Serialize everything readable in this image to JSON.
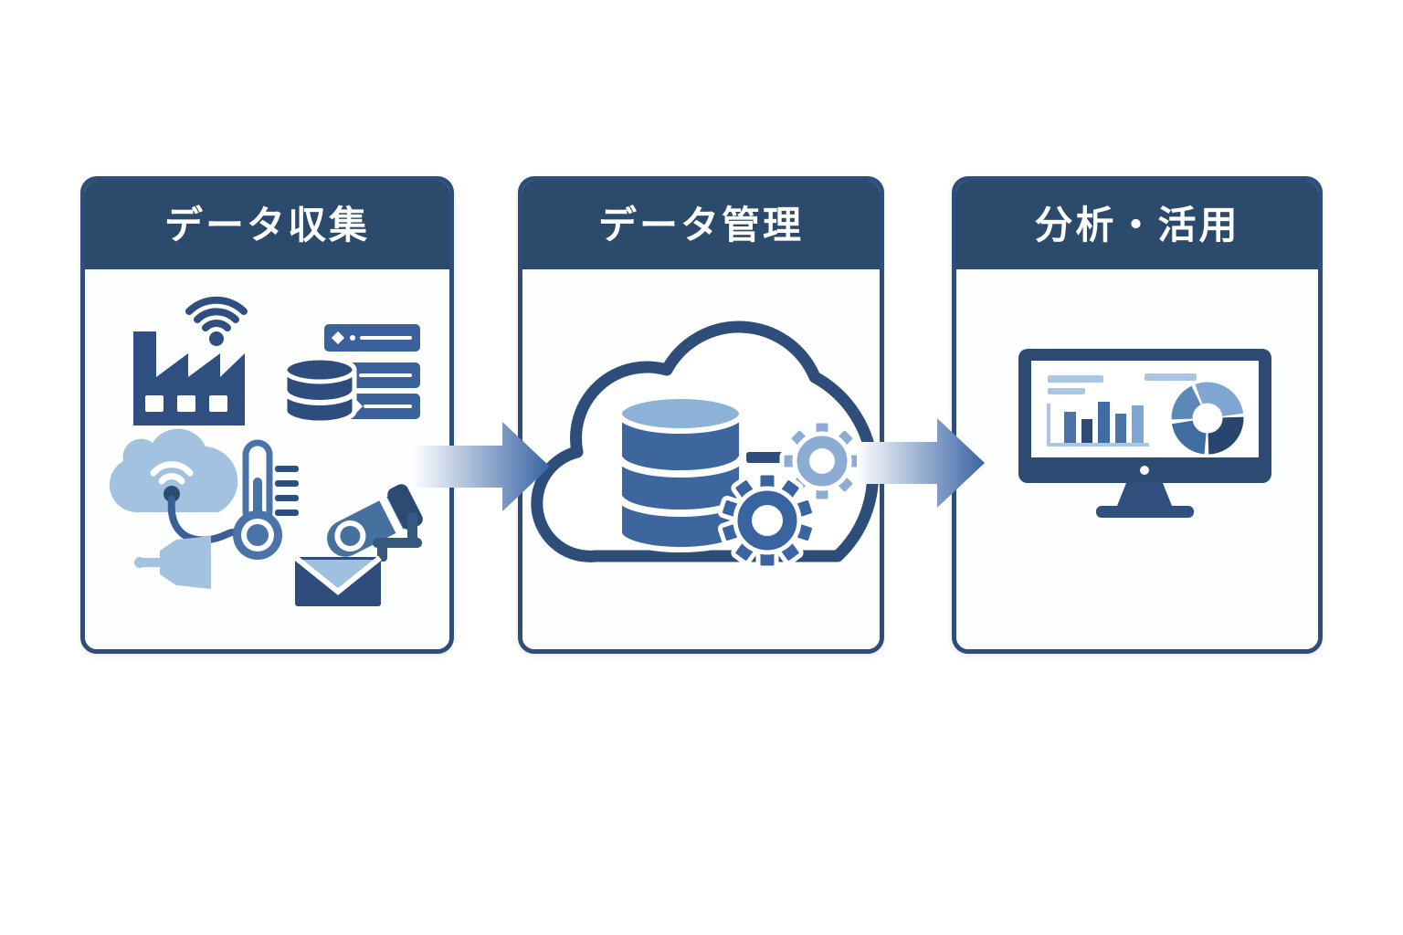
{
  "diagram": {
    "type": "process-flow",
    "direction": "left-to-right",
    "panels": [
      {
        "id": "data-collection",
        "title": "データ収集",
        "icons": [
          "factory-iot-icon",
          "server-database-icon",
          "cloud-wifi-sensor-icon",
          "thermometer-icon",
          "sensor-nozzle-icon",
          "security-camera-icon",
          "mail-icon"
        ]
      },
      {
        "id": "data-management",
        "title": "データ管理",
        "icons": [
          "cloud-outline-icon",
          "database-icon",
          "gear-small-icon",
          "gear-large-icon"
        ]
      },
      {
        "id": "analysis-utilization",
        "title": "分析・活用",
        "icons": [
          "monitor-icon",
          "bar-chart-icon",
          "donut-chart-icon"
        ]
      }
    ],
    "arrows": [
      {
        "from": "data-collection",
        "to": "data-management"
      },
      {
        "from": "data-management",
        "to": "analysis-utilization"
      }
    ],
    "colors": {
      "header_bg": "#2c4a6b",
      "panel_border": "#2e4d7b",
      "panel_bg": "#fdfefe",
      "title_text": "#ffffff",
      "icon_dark_navy": "#2e4c7c",
      "icon_dark_blue": "#2f4f80",
      "icon_medium_blue": "#4a74a8",
      "icon_steel_blue": "#3b619b",
      "icon_light_blue": "#a3c2e0",
      "icon_pale_blue": "#8db2d8",
      "gear_light": "#8cacd3",
      "gear_dark": "#3a64a0",
      "arrow_gradient_start": "#fdfeff",
      "arrow_gradient_end": "#3a64a4"
    }
  }
}
